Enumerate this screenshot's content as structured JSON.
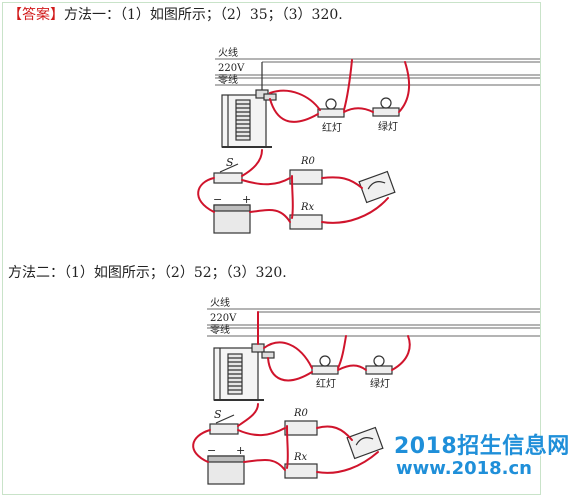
{
  "answer": {
    "tag": "【答案】",
    "text": "方法一：（1）如图所示；（2）35；（3）320."
  },
  "method2": {
    "text": "方法二：（1）如图所示；（2）52；（3）320."
  },
  "diagram1": {
    "live_wire": "火线",
    "voltage": "220V",
    "neutral_wire": "零线",
    "red_lamp": "红灯",
    "green_lamp": "绿灯",
    "switch": "S",
    "r0": "R0",
    "rx": "Rx",
    "minus": "−",
    "plus": "+"
  },
  "diagram2": {
    "live_wire": "火线",
    "voltage": "220V",
    "neutral_wire": "零线",
    "red_lamp": "红灯",
    "green_lamp": "绿灯",
    "switch": "S",
    "r0": "R0",
    "rx": "Rx",
    "minus": "−",
    "plus": "+"
  },
  "watermark": {
    "line1": "2018招生信息网",
    "line2": "www.2018.cn"
  },
  "colors": {
    "wire": "#d0142c",
    "answer_tag": "#d11a1a",
    "watermark": "#1f8fd9"
  }
}
